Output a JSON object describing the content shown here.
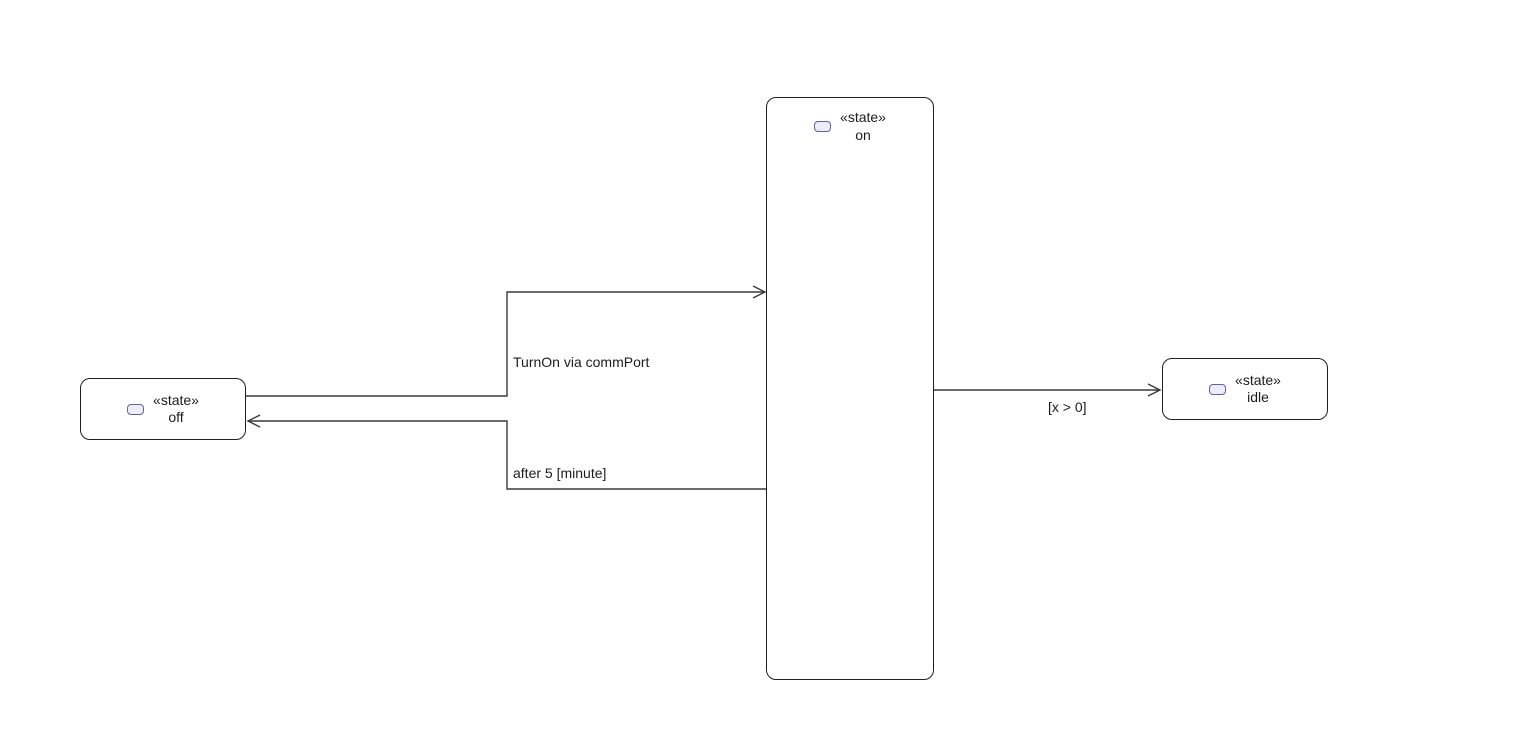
{
  "diagram": {
    "type": "uml-state-machine-diagram",
    "background": "#ffffff",
    "states": [
      {
        "id": "off",
        "stereotype": "«state»",
        "name": "off"
      },
      {
        "id": "on",
        "stereotype": "«state»",
        "name": "on"
      },
      {
        "id": "idle",
        "stereotype": "«state»",
        "name": "idle"
      }
    ],
    "transitions": [
      {
        "from": "off",
        "to": "on",
        "label": "TurnOn via commPort"
      },
      {
        "from": "on",
        "to": "off",
        "label": "after 5 [minute]"
      },
      {
        "from": "on",
        "to": "idle",
        "label": "[x > 0]"
      }
    ],
    "colors": {
      "state_border": "#1f1f1f",
      "state_icon_border": "#62629a",
      "state_icon_fill": "#edecf9",
      "edge_line": "#3a3a3a",
      "text": "#1c1c1c"
    }
  }
}
